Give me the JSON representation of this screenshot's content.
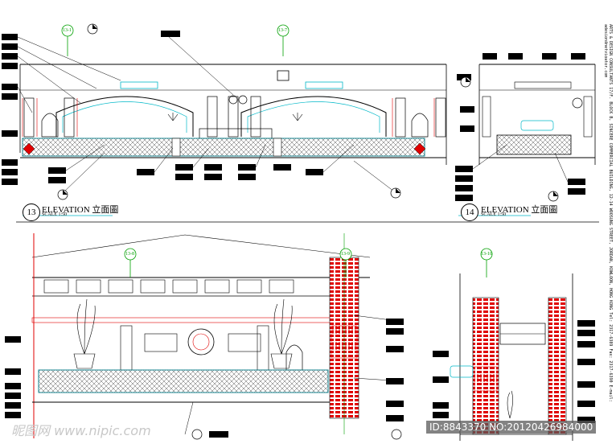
{
  "drawing": {
    "elev13": {
      "num": "13",
      "title": "ELEVATION 立面圖",
      "scale": "SCALE 1:50"
    },
    "elev14": {
      "num": "14",
      "title": "ELEVATION 立面圖",
      "scale": "SCALE 1:50"
    },
    "refs": {
      "r1": "13-1",
      "r2": "13-7",
      "r3": "13-8",
      "r4": "13-9",
      "r5": "13-10"
    },
    "side_strip": "ARTS & DESIGN CONSULTANTS  17/F. BLOCK B, SINCERE COMMERCIAL BUILDING, 12-14 WOOSUNG STREET, JORDAN, KOWLOON, HONG KONG  Tel: 2317-6389  Fax: 2317-6390  E-mail: adesign@netvigator.com"
  },
  "watermark": {
    "site": "昵图网 www.nipic.com",
    "id": "ID:8843370 NO:20120426984000"
  },
  "colors": {
    "line": "#000000",
    "accent_red": "#e00000",
    "accent_cyan": "#00b8c8",
    "accent_green": "#00a000"
  }
}
